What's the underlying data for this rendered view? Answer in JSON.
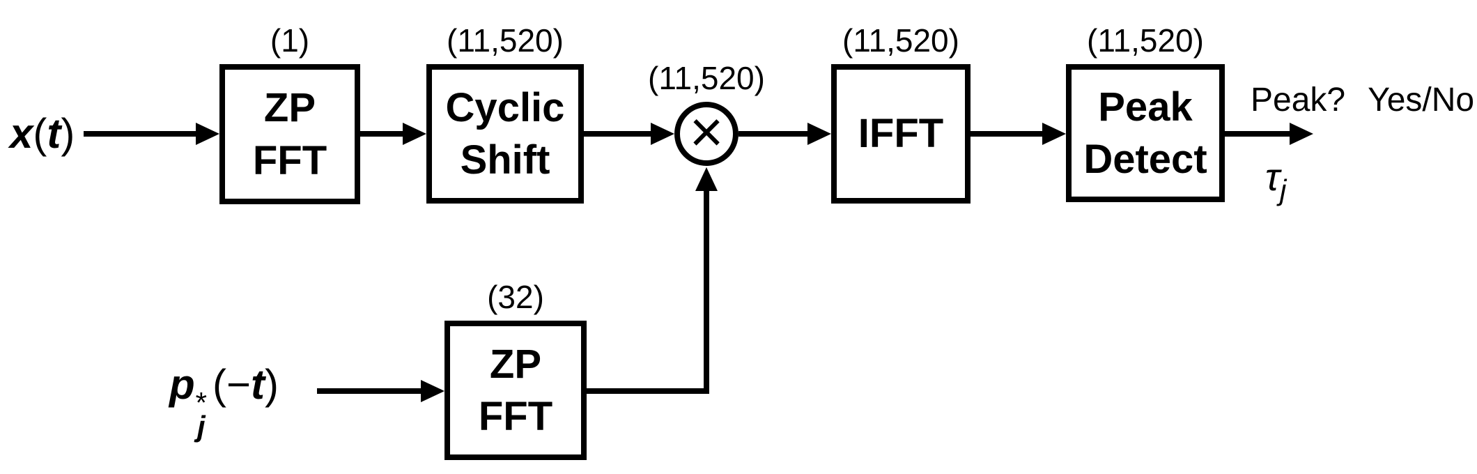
{
  "diagram": {
    "colors": {
      "background": "#ffffff",
      "stroke": "#000000"
    },
    "blocks": [
      {
        "name": "zp-fft-input",
        "label": "ZP\nFFT",
        "dim": "(1)"
      },
      {
        "name": "cyclic-shift",
        "label": "Cyclic\nShift",
        "dim": "(11,520)"
      },
      {
        "name": "multiplier",
        "symbol": "×",
        "dim": "(11,520)"
      },
      {
        "name": "ifft",
        "label": "IFFT",
        "dim": "(11,520)"
      },
      {
        "name": "peak-detect",
        "label": "Peak\nDetect",
        "dim": "(11,520)"
      },
      {
        "name": "zp-fft-reference",
        "label": "ZP\nFFT",
        "dim": "(32)"
      }
    ],
    "inputs": {
      "x": {
        "base": "x",
        "open": "(",
        "var": "t",
        "close": ")"
      },
      "p": {
        "base": "p",
        "sup": "*",
        "sub": "j",
        "open": "(−",
        "var": "t",
        "close": ")"
      }
    },
    "outputs": {
      "peak_question": "Peak?",
      "peak_answer": "Yes/No",
      "tau_base": "τ",
      "tau_sub": "j"
    }
  }
}
